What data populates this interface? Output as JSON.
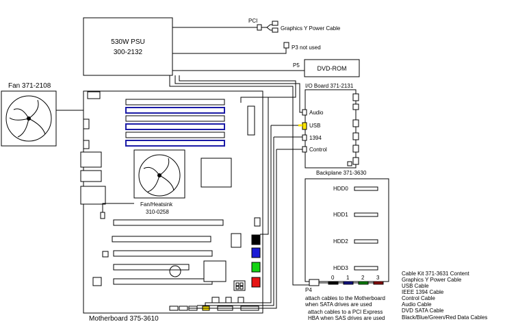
{
  "psu": {
    "name": "530W PSU",
    "part": "300-2132"
  },
  "connectors": {
    "pci": "PCI",
    "graphics_power": "Graphics Y Power Cable",
    "p3": "P3 not used",
    "p5": "P5",
    "p4": "P4"
  },
  "fan": {
    "label": "Fan 371-2108"
  },
  "dvd": {
    "label": "DVD-ROM"
  },
  "io_board": {
    "title": "I/O  Board  371-2131",
    "ports": [
      "Audio",
      "USB",
      "1394",
      "Control"
    ]
  },
  "heatsink": {
    "name": "Fan/Heatsink",
    "part": "310-0258"
  },
  "motherboard": {
    "label": "Motherboard 375-3610"
  },
  "backplane": {
    "title": "Backplane  371-3630",
    "drives": [
      "HDD0",
      "HDD1",
      "HDD2",
      "HDD3"
    ],
    "port_numbers": [
      "0",
      "1",
      "2",
      "3"
    ]
  },
  "notes": {
    "sata_1": "attach cables to the Motherboard",
    "sata_2": "when SATA drives are used",
    "sas_1": "attach cables to a PCI Express",
    "sas_2": "HBA when SAS drives are used"
  },
  "cable_kit": {
    "title": "Cable Kit 371-3631 Content",
    "items": [
      "Graphics Y Power Cable",
      "USB Cable",
      "IEEE 1394 Cable",
      "Control Cable",
      "Audio Cable",
      "DVD SATA Cable",
      "Black/Blue/Green/Red Data Cables"
    ]
  },
  "colors": {
    "dimm_slot": "#1a1aa6",
    "usb_highlight": "#ffe600",
    "cable_black": "#000000",
    "cable_blue": "#1a1ad6",
    "cable_green": "#12d312",
    "cable_red": "#e61414"
  },
  "icons": [
    "fan-icon",
    "heatsink-fan-icon",
    "connector-icon"
  ]
}
